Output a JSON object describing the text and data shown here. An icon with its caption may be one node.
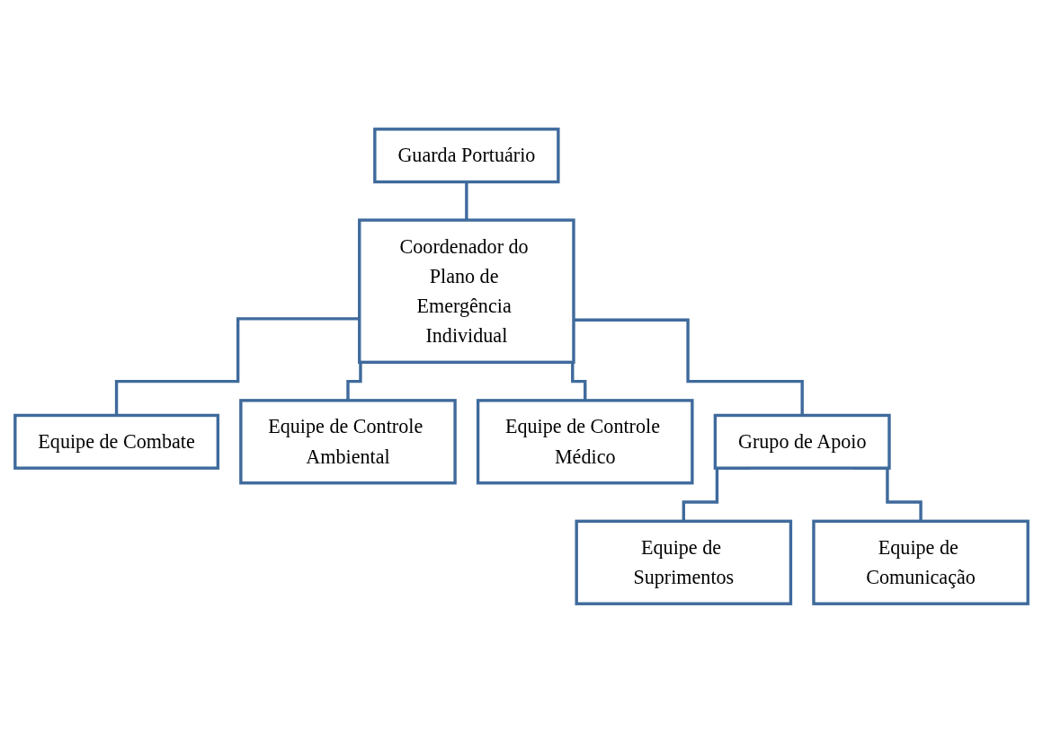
{
  "diagram": {
    "nodes": [
      {
        "text": [
          "Guarda Portuário"
        ]
      },
      {
        "text": [
          "Coordenador do Plano de Emergência Individual"
        ]
      },
      {
        "text": [
          "Equipe de Combate"
        ]
      },
      {
        "text": [
          "Equipe de Controle Ambiental"
        ]
      },
      {
        "text": [
          "Equipe de Controle Médico"
        ]
      },
      {
        "text": [
          "Grupo de Apoio"
        ]
      },
      {
        "text": [
          "Equipe de Suprimentos"
        ]
      },
      {
        "text": [
          "Equipe de Comunicação"
        ]
      }
    ],
    "edges": [
      {
        "from": 0,
        "to": 1,
        "arrow": "none"
      },
      {
        "from": 1,
        "to": 2,
        "arrow": "none"
      },
      {
        "from": 1,
        "to": 3,
        "arrow": "none"
      },
      {
        "from": 1,
        "to": 4,
        "arrow": "none"
      },
      {
        "from": 1,
        "to": 5,
        "arrow": "none"
      },
      {
        "from": 5,
        "to": 6,
        "arrow": "none"
      },
      {
        "from": 5,
        "to": 7,
        "arrow": "none"
      }
    ]
  }
}
